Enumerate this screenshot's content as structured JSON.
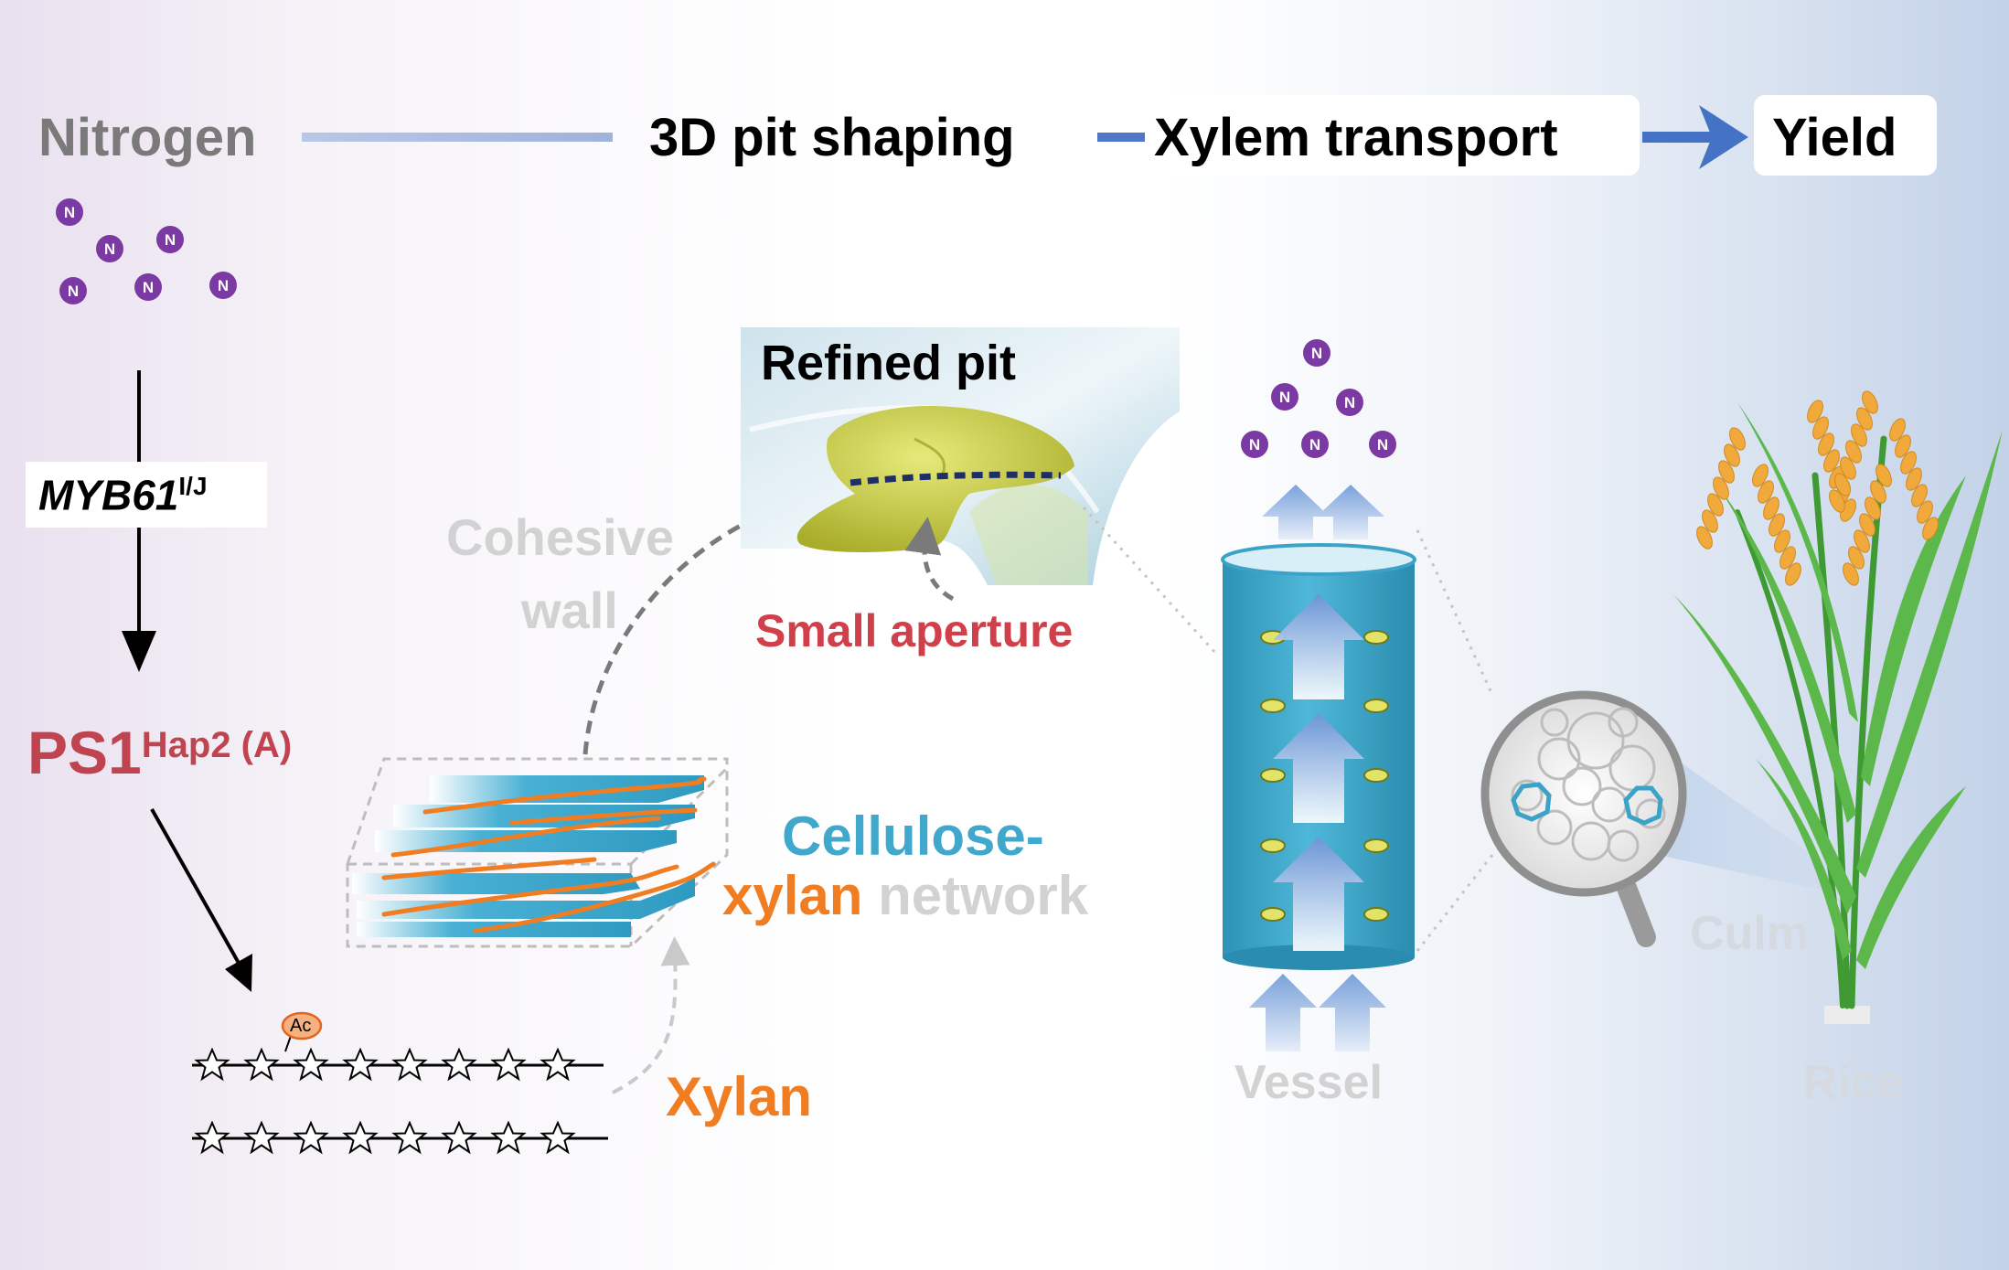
{
  "header": {
    "nitrogen": "Nitrogen",
    "pit_shaping": "3D pit shaping",
    "xylem_transport": "Xylem transport",
    "yield": "Yield"
  },
  "nitrogen_symbol": "N",
  "gene": {
    "name": "MYB61",
    "sup": "I/J"
  },
  "protein": {
    "name": "PS1",
    "sup": "Hap2 (A)"
  },
  "acetyl": "Ac",
  "labels": {
    "refined_pit": "Refined pit",
    "small_aperture": "Small aperture",
    "cohesive_wall_1": "Cohesive",
    "cohesive_wall_2": "wall",
    "cellulose": "Cellulose-",
    "xylan_word": "xylan",
    "network": "network",
    "xylan": "Xylan",
    "vessel": "Vessel",
    "culm": "Culm",
    "rice": "Rice"
  },
  "colors": {
    "nitrogen_grey": "#7a7a7a",
    "ps1_red": "#c0444f",
    "aperture_red": "#d0404a",
    "cellulose_blue": "#3fa8cc",
    "xylan_orange": "#f07d22",
    "faded_grey": "#d2d2d2",
    "nitrogen_purple": "#7b3aa3",
    "arrow_blue": "#4472c4",
    "grain_gold": "#f2a93b"
  }
}
